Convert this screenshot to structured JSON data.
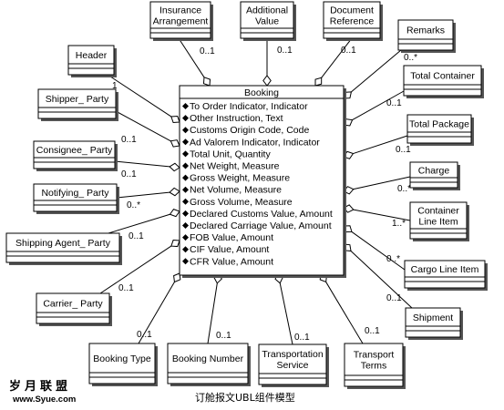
{
  "booking": {
    "title": "Booking",
    "attributes": [
      "To Order Indicator, Indicator",
      "Other Instruction, Text",
      "Customs Origin Code, Code",
      "Ad Valorem Indicator, Indicator",
      "Total Unit, Quantity",
      " Net Weight, Measure",
      "Gross Weight, Measure",
      "Net Volume, Measure",
      " Gross Volume, Measure",
      "Declared Customs Value, Amount",
      " Declared Carriage Value, Amount",
      "FOB Value, Amount",
      "CIF Value, Amount",
      "CFR Value, Amount"
    ]
  },
  "components": [
    {
      "id": "insurance-arrangement",
      "label": [
        "Insurance",
        "Arrangement"
      ],
      "multiplicity": "0..1"
    },
    {
      "id": "additional-value",
      "label": [
        "Additional",
        "Value"
      ],
      "multiplicity": "0..1"
    },
    {
      "id": "document-reference",
      "label": [
        "Document",
        "Reference"
      ],
      "multiplicity": "0..1"
    },
    {
      "id": "remarks",
      "label": [
        "Remarks"
      ],
      "multiplicity": "0..*"
    },
    {
      "id": "total-container",
      "label": [
        "Total Container"
      ],
      "multiplicity": "0..1"
    },
    {
      "id": "total-package",
      "label": [
        "Total Package"
      ],
      "multiplicity": "0..1"
    },
    {
      "id": "charge",
      "label": [
        "Charge"
      ],
      "multiplicity": "0..*"
    },
    {
      "id": "container-line-item",
      "label": [
        "Container",
        "Line Item"
      ],
      "multiplicity": "1..*"
    },
    {
      "id": "cargo-line-item",
      "label": [
        "Cargo Line Item"
      ],
      "multiplicity": "0..*"
    },
    {
      "id": "shipment",
      "label": [
        "Shipment"
      ],
      "multiplicity": "0..1"
    },
    {
      "id": "transport-terms",
      "label": [
        "Transport",
        "Terms"
      ],
      "multiplicity": "0..1"
    },
    {
      "id": "transportation-service",
      "label": [
        "Transportation",
        "Service"
      ],
      "multiplicity": "0..1"
    },
    {
      "id": "booking-number",
      "label": [
        "Booking Number"
      ],
      "multiplicity": "0..1"
    },
    {
      "id": "booking-type",
      "label": [
        "Booking Type"
      ],
      "multiplicity": "0..1"
    },
    {
      "id": "carrier-party",
      "label": [
        "Carrier_ Party"
      ],
      "multiplicity": "0..1"
    },
    {
      "id": "shipping-agent-party",
      "label": [
        "Shipping Agent_ Party"
      ],
      "multiplicity": "0..1"
    },
    {
      "id": "notifying-party",
      "label": [
        "Notifying_ Party"
      ],
      "multiplicity": "0..*"
    },
    {
      "id": "consignee-party",
      "label": [
        "Consignee_ Party"
      ],
      "multiplicity": "0..1"
    },
    {
      "id": "shipper-party",
      "label": [
        "Shipper_ Party"
      ],
      "multiplicity": "0..1"
    },
    {
      "id": "header",
      "label": [
        "Header"
      ],
      "multiplicity": "1"
    }
  ],
  "watermark": {
    "line1": "岁月联盟",
    "line2": "www.Syue.com"
  },
  "caption": "订舱报文UBL组件模型"
}
